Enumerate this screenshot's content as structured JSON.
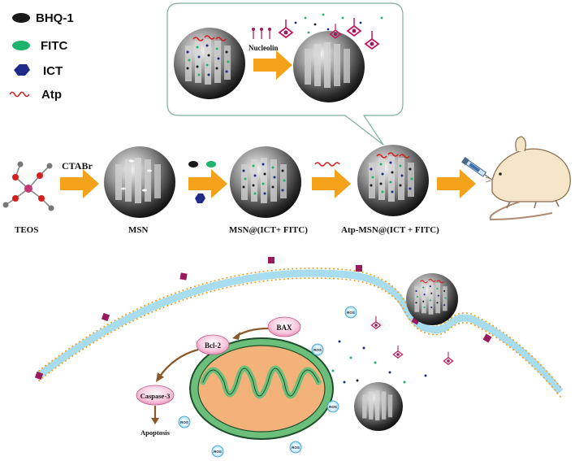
{
  "legend": [
    {
      "label": "BHQ-1",
      "shape": "ellipse",
      "color": "#1a1a1a"
    },
    {
      "label": "FITC",
      "shape": "ellipse",
      "color": "#1fb36b"
    },
    {
      "label": "ICT",
      "shape": "hexagon",
      "color": "#1f2a8a"
    },
    {
      "label": "Atp",
      "shape": "wave",
      "color": "#d62020"
    }
  ],
  "callout": {
    "step_label": "Nucleolin"
  },
  "synthesis_steps": [
    {
      "reagent": "CTABr"
    }
  ],
  "stage_labels": [
    "TEOS",
    "MSN",
    "MSN@(ICT+ FITC)",
    "Atp-MSN@(ICT + FITC)"
  ],
  "cell_pathway": {
    "nodes": [
      "BAX",
      "Bcl-2",
      "Caspase-3",
      "Apoptosis"
    ],
    "ros_label": "ROS"
  },
  "colors": {
    "arrow": "#f4a21a",
    "membrane_head": "#f0a020",
    "membrane_core": "#a8dcef",
    "receptor": "#9a1a5e",
    "mito_outer": "#6bbf7a",
    "mito_inner": "#f2b27a",
    "pathway_arrow": "#8b5a2b",
    "node_fill": "#f7c6dc"
  }
}
